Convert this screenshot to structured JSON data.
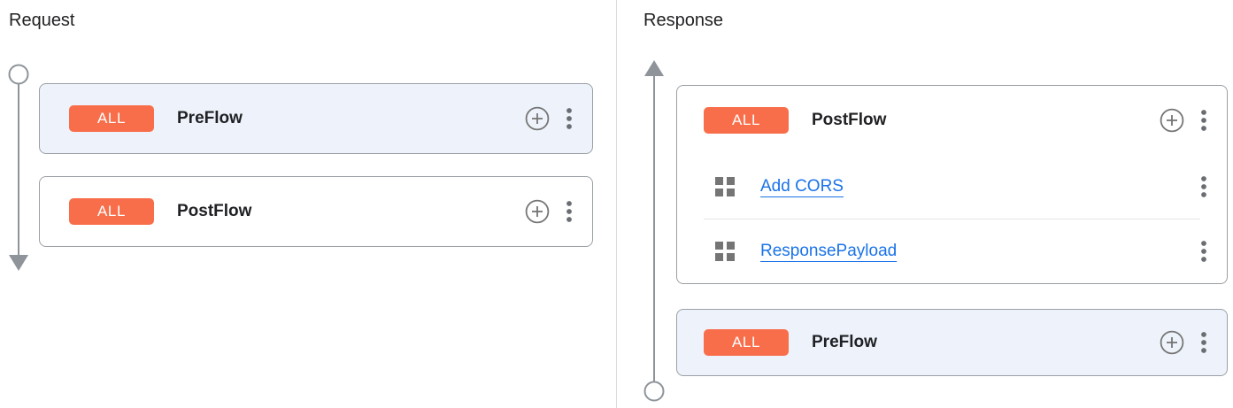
{
  "colors": {
    "badge-bg": "#f96e4a",
    "badge-text": "#ffffff",
    "highlight-card-bg": "#eef3fb",
    "card-border": "#9aa0a6",
    "link-blue": "#1a73e8",
    "icon-gray": "#757575",
    "dots-gray": "#6a6e72",
    "timeline-gray": "#8e9499",
    "divider-gray": "#dadce0",
    "row-divider": "#e3e4e8",
    "text-dark": "#202124"
  },
  "request": {
    "title": "Request",
    "arrow_direction": "down",
    "flows": [
      {
        "badge": "ALL",
        "label": "PreFlow",
        "highlighted": true
      },
      {
        "badge": "ALL",
        "label": "PostFlow",
        "highlighted": false
      }
    ]
  },
  "response": {
    "title": "Response",
    "arrow_direction": "up",
    "flows": [
      {
        "badge": "ALL",
        "label": "PostFlow",
        "highlighted": false,
        "policies": [
          "Add CORS",
          "ResponsePayload"
        ]
      },
      {
        "badge": "ALL",
        "label": "PreFlow",
        "highlighted": true
      }
    ]
  }
}
